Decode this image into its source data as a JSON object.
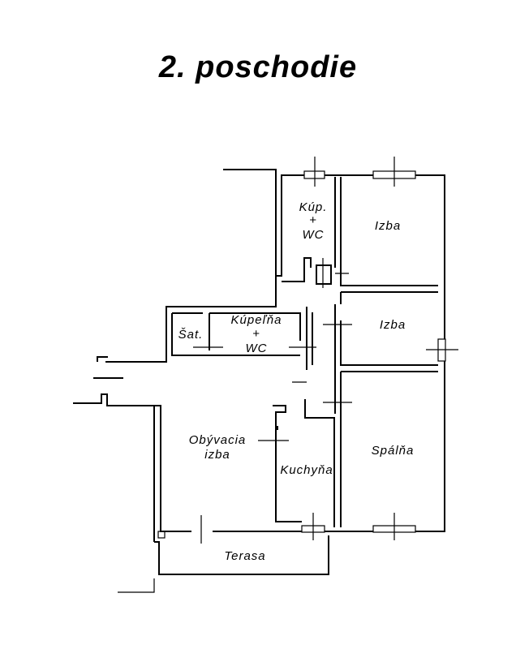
{
  "title": "2. poschodie",
  "rooms": {
    "kup_line1": "Kúp.",
    "kup_line2": "+",
    "kup_line3": "WC",
    "izba_top": "Izba",
    "izba_middle": "Izba",
    "kupelna_line1": "Kúpeľňa",
    "kupelna_line2": "+",
    "kupelna_line3": "WC",
    "sat": "Šat.",
    "obyvacia_line1": "Obývacia",
    "obyvacia_line2": "izba",
    "kuchyna": "Kuchyňa",
    "spalna": "Spálňa",
    "terasa": "Terasa"
  }
}
